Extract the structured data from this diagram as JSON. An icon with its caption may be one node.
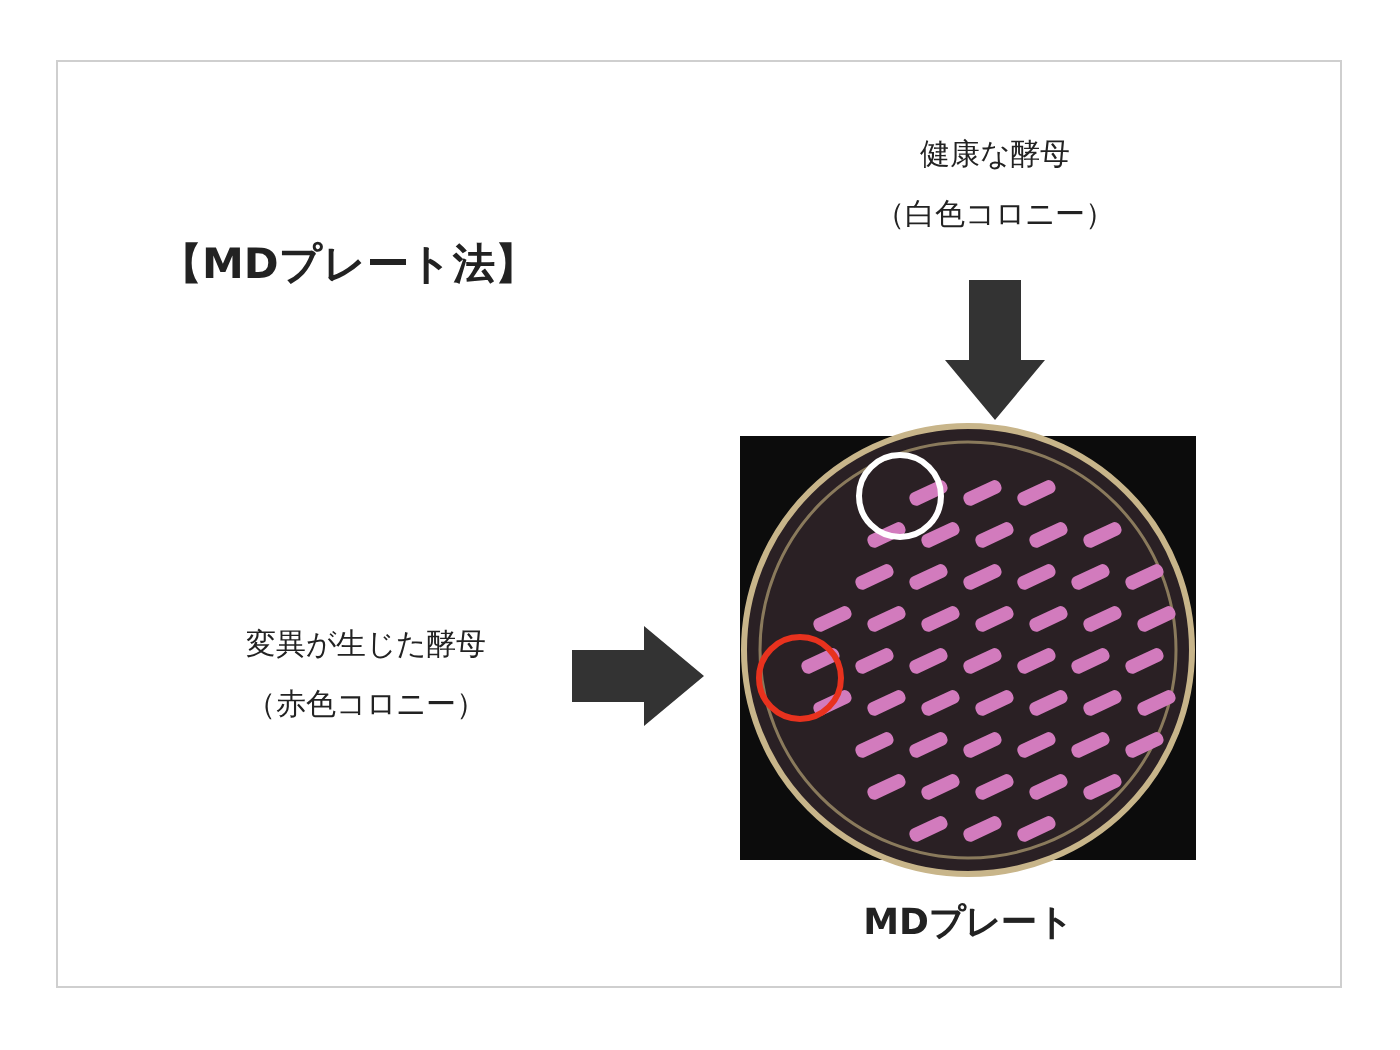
{
  "diagram": {
    "title": "【MDプレート法】",
    "nodes": [
      {
        "text": [
          "健康な酵母",
          "（白色コロニー）"
        ]
      },
      {
        "text": [],
        "shape": "picture",
        "beside": [
          "MDプレート"
        ]
      },
      {
        "text": [],
        "shape": "circle",
        "in": 1
      },
      {
        "text": [],
        "shape": "circle",
        "in": 1
      },
      {
        "text": [
          "変異が生じた酵母",
          "（赤色コロニー）"
        ]
      }
    ],
    "edges": [
      {
        "from": 0,
        "to": 1,
        "arrow": "to",
        "style": "thick"
      },
      {
        "from": 4,
        "to": 1,
        "arrow": "to",
        "style": "thick"
      }
    ]
  }
}
